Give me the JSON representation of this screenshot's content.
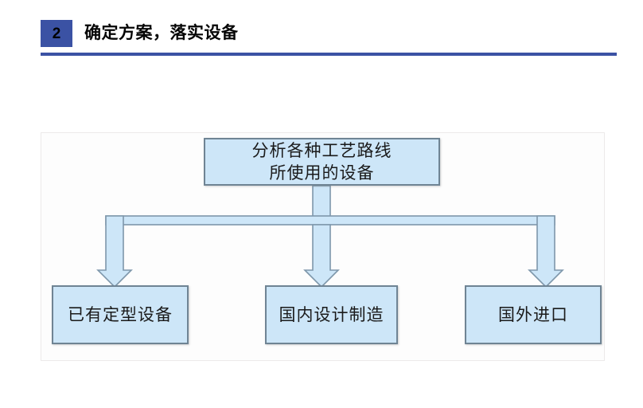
{
  "header": {
    "step_number": "2",
    "title": "确定方案，落实设备",
    "badge_color": "#3B52A4",
    "rule_color": "#3B52A4"
  },
  "diagram": {
    "type": "flowchart",
    "orientation": "top-down",
    "node_fill_color": "#CDE6F8",
    "node_border_color": "#6F8494",
    "connector_fill_color": "#CDE6F8",
    "connector_border_color": "#7E97AB",
    "root": {
      "id": "analyze-equipment",
      "label": "分析各种工艺路线\n所使用的设备"
    },
    "children": [
      {
        "id": "existing-equipment",
        "label": "已有定型设备"
      },
      {
        "id": "domestic-manufacture",
        "label": "国内设计制造"
      },
      {
        "id": "foreign-import",
        "label": "国外进口"
      }
    ]
  }
}
